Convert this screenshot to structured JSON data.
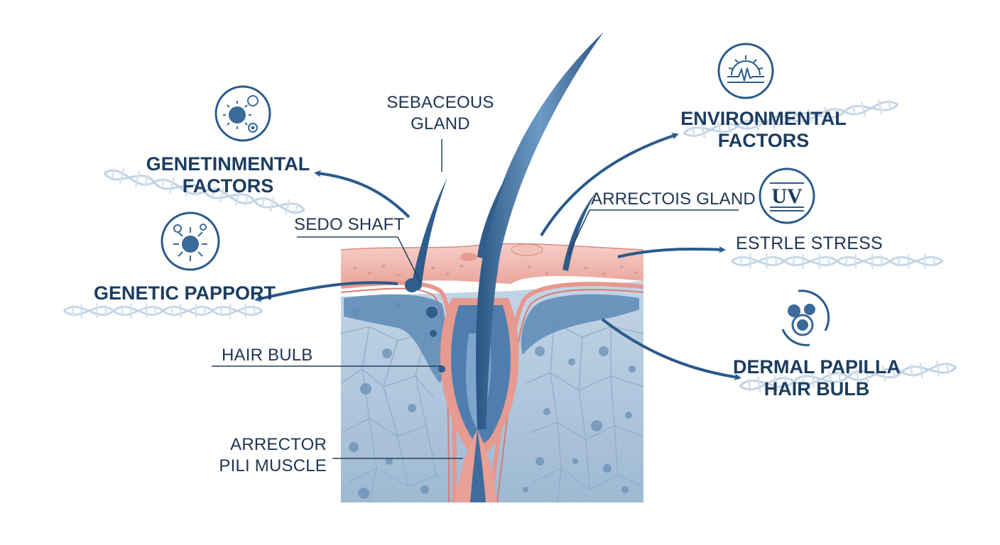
{
  "labels": {
    "sebaceous_gland": [
      "SEBACEOUS",
      "GLAND"
    ],
    "sedo_shaft": "SEDO SHAFT",
    "hair_bulb": "HAIR BULB",
    "arrector_pili_muscle": [
      "ARRECTOR",
      "PILI MUSCLE"
    ],
    "arrectois_gland": "ARRECTOIS GLAND"
  },
  "factors": {
    "genetinmental": [
      "GENETINMENTAL",
      "FACTORS"
    ],
    "genetic_papport": "GENETIC PAPPORT",
    "environmental": [
      "ENVIRONMENTAL",
      "FACTORS"
    ],
    "estrle_stress": "ESTRLE STRESS",
    "dermal_papilla": [
      "DERMAL PAPILLA",
      "HAIR BULB"
    ]
  },
  "icons": {
    "uv_text": "UV"
  },
  "colors": {
    "navy": "#1c3d60",
    "skin_pink": "#f0b4ab",
    "dermis_blue": "#a9c2da",
    "hair_blue": "#3d6c9c"
  }
}
